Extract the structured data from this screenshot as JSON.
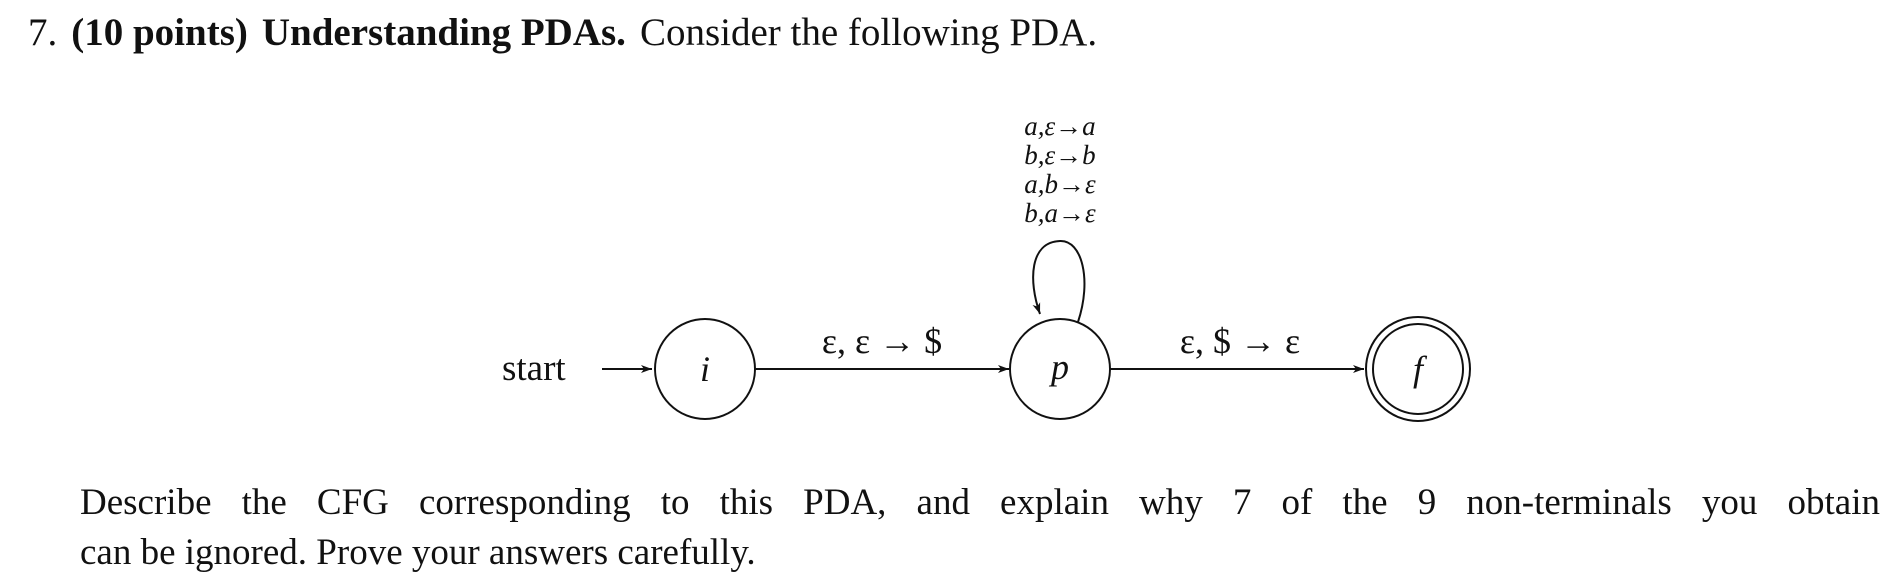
{
  "question": {
    "number": "7.",
    "points": "(10 points)",
    "topic": "Understanding PDAs.",
    "intro": "Consider the following PDA."
  },
  "pda": {
    "start_label": "start",
    "states": [
      {
        "id": "i",
        "label": "i",
        "accepting": false
      },
      {
        "id": "p",
        "label": "p",
        "accepting": false
      },
      {
        "id": "f",
        "label": "f",
        "accepting": true
      }
    ],
    "transitions": [
      {
        "from": "i",
        "to": "p",
        "label": "ε, ε → $"
      },
      {
        "from": "p",
        "to": "f",
        "label": "ε, $ → ε"
      }
    ],
    "self_loop": {
      "state": "p",
      "labels": [
        "a,ε→a",
        "b,ε→b",
        "a,b→ε",
        "b,a→ε"
      ]
    }
  },
  "body": {
    "line1": "Describe the CFG corresponding to this PDA, and explain why 7 of the 9 non-terminals you obtain",
    "line2": "can be ignored. Prove your answers carefully."
  }
}
